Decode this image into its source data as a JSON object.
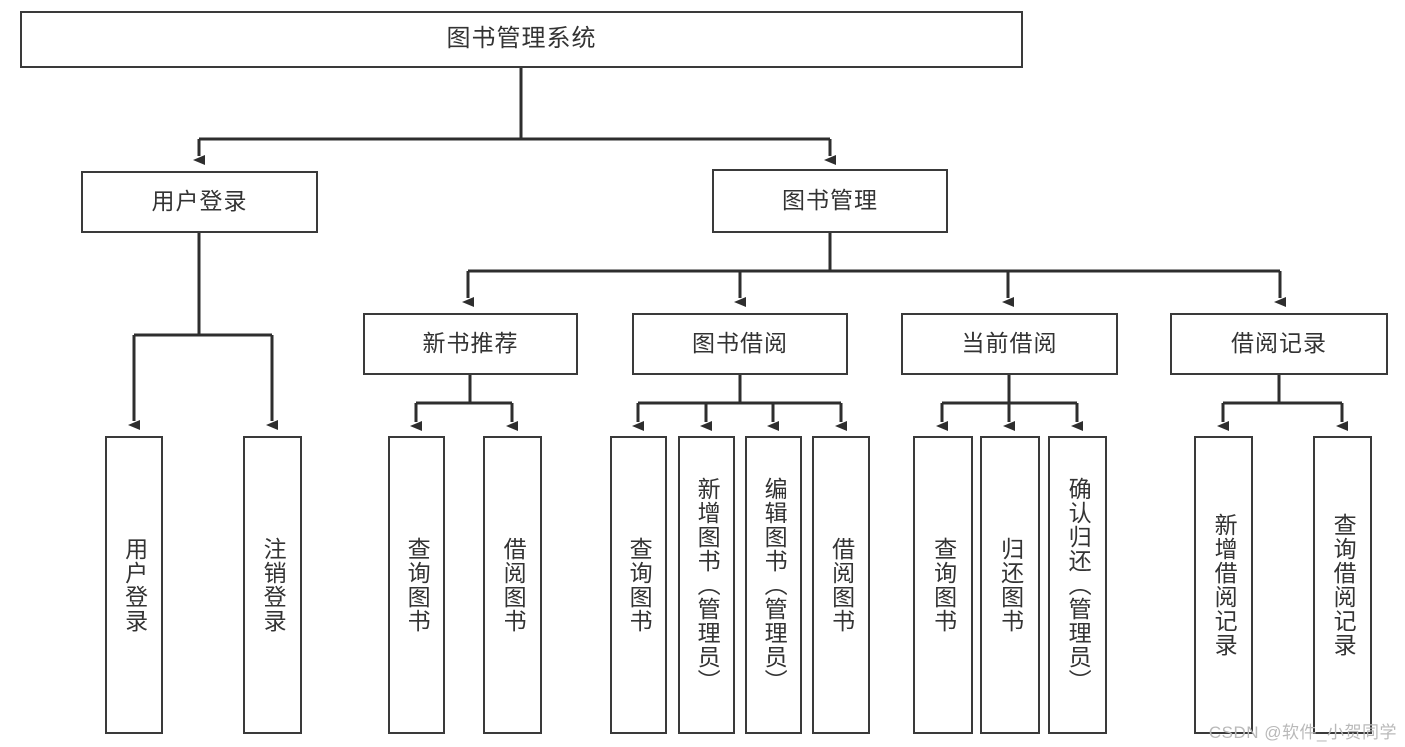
{
  "diagram": {
    "type": "tree-hierarchy-flowchart",
    "title": "图书管理系统",
    "root": {
      "label": "图书管理系统"
    },
    "level1": [
      {
        "label": "用户登录"
      },
      {
        "label": "图书管理"
      }
    ],
    "level2": [
      {
        "label": "新书推荐",
        "parent": "图书管理"
      },
      {
        "label": "图书借阅",
        "parent": "图书管理"
      },
      {
        "label": "当前借阅",
        "parent": "图书管理"
      },
      {
        "label": "借阅记录",
        "parent": "图书管理"
      }
    ],
    "leaves": [
      {
        "label": "用户登录",
        "parent": "用户登录"
      },
      {
        "label": "注销登录",
        "parent": "用户登录"
      },
      {
        "label": "查询图书",
        "parent": "新书推荐"
      },
      {
        "label": "借阅图书",
        "parent": "新书推荐"
      },
      {
        "label": "查询图书",
        "parent": "图书借阅"
      },
      {
        "label": "新增图书（管理员）",
        "parent": "图书借阅"
      },
      {
        "label": "编辑图书（管理员）",
        "parent": "图书借阅"
      },
      {
        "label": "借阅图书",
        "parent": "图书借阅"
      },
      {
        "label": "查询图书",
        "parent": "当前借阅"
      },
      {
        "label": "归还图书",
        "parent": "当前借阅"
      },
      {
        "label": "确认归还（管理员）",
        "parent": "当前借阅"
      },
      {
        "label": "新增借阅记录",
        "parent": "借阅记录"
      },
      {
        "label": "查询借阅记录",
        "parent": "借阅记录"
      }
    ],
    "colors": {
      "box_border": "#3a3a3a",
      "box_fill": "#ffffff",
      "text": "#333333",
      "connector": "#2e2e2e",
      "watermark": "#b9b9b9",
      "background": "#ffffff"
    }
  },
  "watermark": {
    "text": "CSDN @软件_小贺同学"
  }
}
